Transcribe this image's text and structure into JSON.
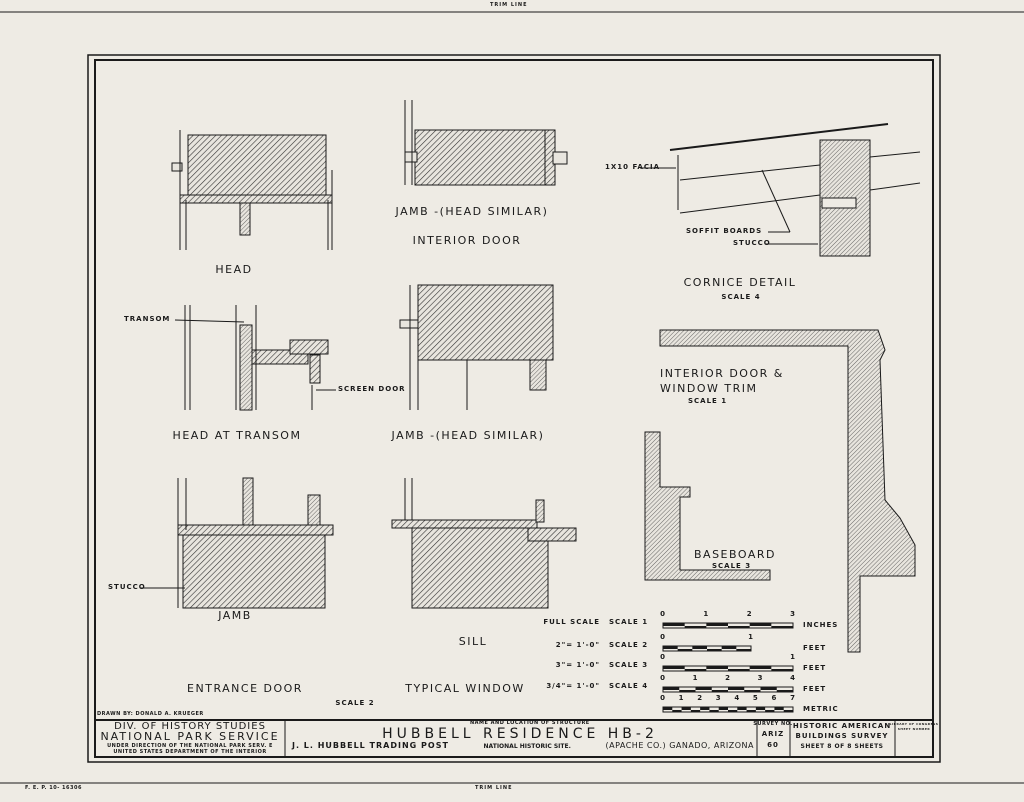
{
  "trim_line_top": "TRIM LINE",
  "trim_line_bottom": "TRIM LINE",
  "form_number": "F. E. P. 10- 16306",
  "details": {
    "head": "HEAD",
    "interior_door_jamb": "JAMB -(HEAD SIMILAR)",
    "interior_door": "INTERIOR DOOR",
    "cornice_facia": "1X10 FACIA",
    "cornice_soffit": "SOFFIT BOARDS",
    "cornice_stucco": "STUCCO",
    "cornice_title": "CORNICE DETAIL",
    "cornice_scale": "SCALE 4",
    "transom_label": "TRANSOM",
    "screen_door_label": "SCREEN DOOR",
    "head_at_transom": "HEAD AT TRANSOM",
    "window_jamb": "JAMB -(HEAD SIMILAR)",
    "trim_title_1": "INTERIOR DOOR &",
    "trim_title_2": "WINDOW TRIM",
    "trim_scale": "SCALE 1",
    "baseboard_title": "BASEBOARD",
    "baseboard_scale": "SCALE 3",
    "stucco_label": "STUCCO",
    "jamb": "JAMB",
    "sill": "SILL",
    "entrance_door": "ENTRANCE DOOR",
    "typical_window": "TYPICAL WINDOW",
    "scale_2_note": "SCALE 2"
  },
  "scales": [
    {
      "ratio": "FULL SCALE",
      "name": "SCALE 1",
      "ticks": [
        "0",
        "1",
        "2",
        "3"
      ],
      "unit": "INCHES"
    },
    {
      "ratio": "2\"= 1'-0\"",
      "name": "SCALE 2",
      "ticks": [
        "0",
        "1"
      ],
      "unit": "FEET"
    },
    {
      "ratio": "3\"= 1'-0\"",
      "name": "SCALE 3",
      "ticks": [
        "0",
        "1"
      ],
      "unit": "FEET"
    },
    {
      "ratio": "3/4\"= 1'-0\"",
      "name": "SCALE 4",
      "ticks": [
        "0",
        "1",
        "2",
        "3",
        "4"
      ],
      "unit": "FEET"
    },
    {
      "ratio": "",
      "name": "",
      "ticks": [
        "0",
        "1",
        "2",
        "3",
        "4",
        "5",
        "6",
        "7"
      ],
      "unit": "METRIC"
    }
  ],
  "title_block": {
    "drawn_by": "DRAWN BY: DONALD A. KRUEGER",
    "agency_1": "DIV. OF HISTORY STUDIES",
    "agency_2": "NATIONAL PARK SERVICE",
    "agency_3": "UNDER DIRECTION OF THE NATIONAL PARK SERV. E",
    "agency_4": "UNITED STATES DEPARTMENT OF THE INTERIOR",
    "name_caption": "NAME AND LOCATION OF STRUCTURE",
    "structure_name": "HUBBELL RESIDENCE HB-2",
    "location_1": "J. L. HUBBELL TRADING POST",
    "location_2": "NATIONAL HISTORIC SITE.",
    "location_3": "(APACHE CO.) GANADO, ARIZONA",
    "survey_caption": "SURVEY NO.",
    "survey_1": "ARIZ",
    "survey_2": "60",
    "habs_1": "HISTORIC AMERICAN",
    "habs_2": "BUILDINGS SURVEY",
    "sheet": "SHEET 8 OF 8 SHEETS",
    "library_1": "LIBRARY OF CONGRESS",
    "library_2": "SHEET NUMBER"
  },
  "colors": {
    "paper": "#eeebe4",
    "ink": "#1a1a1a"
  }
}
